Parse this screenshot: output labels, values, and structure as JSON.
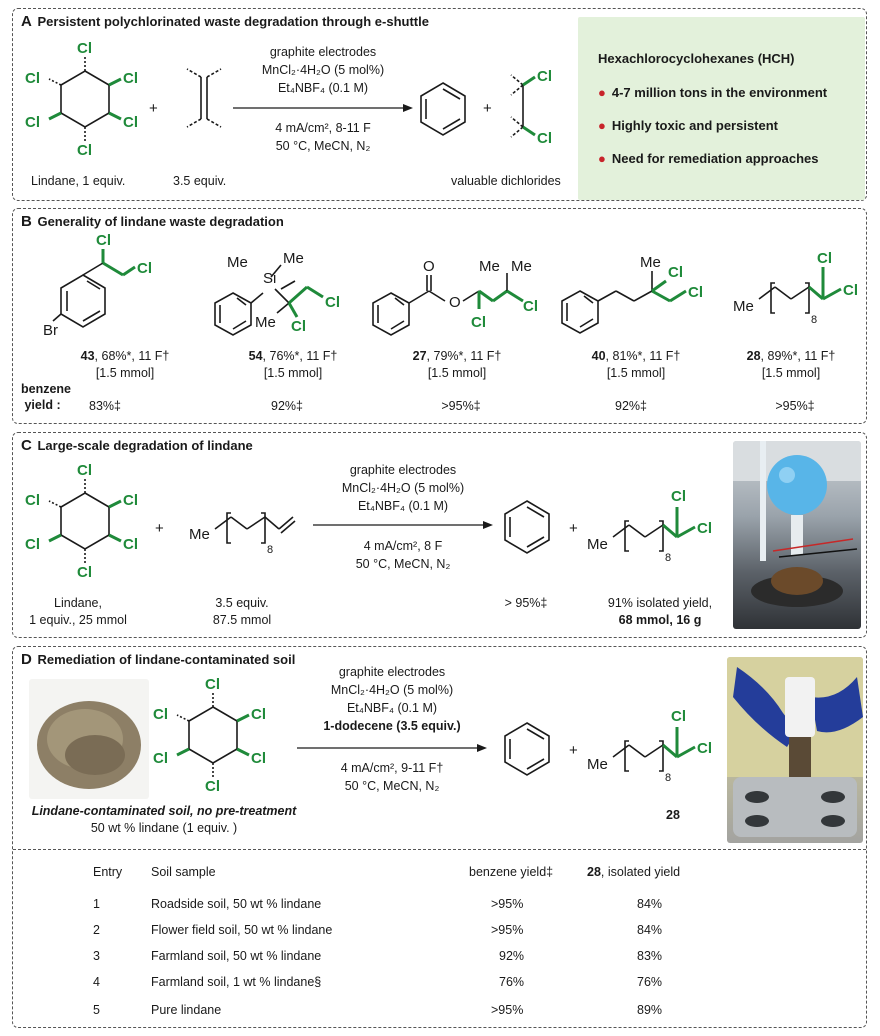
{
  "panelA": {
    "letter": "A",
    "title": "Persistent polychlorinated waste degradation through e-shuttle",
    "cond1": "graphite electrodes",
    "cond2": "MnCl₂·4H₂O (5 mol%)",
    "cond3": "Et₄NBF₄ (0.1 M)",
    "cond4": "4 mA/cm², 8-11 F",
    "cond5": "50 °C, MeCN, N₂",
    "lindane_label": "Lindane, 1 equiv.",
    "alkene_label": "3.5 equiv.",
    "product_label": "valuable dichlorides",
    "plus": "+",
    "cl": "Cl",
    "hch_title": "Hexachlorocyclohexanes (HCH)",
    "hch_items": [
      "4-7 million tons in the environment",
      "Highly toxic and persistent",
      "Need for remediation approaches"
    ]
  },
  "panelB": {
    "letter": "B",
    "title": "Generality of  lindane waste degradation",
    "benzene_label_1": "benzene",
    "benzene_label_2": "yield :",
    "compounds": [
      {
        "id": "43",
        "rest": ", 68%*, 11 F†",
        "scale": "[1.5 mmol]",
        "benzene": "83%‡"
      },
      {
        "id": "54",
        "rest": ", 76%*, 11 F†",
        "scale": "[1.5 mmol]",
        "benzene": "92%‡"
      },
      {
        "id": "27",
        "rest": ", 79%*, 11 F†",
        "scale": "[1.5 mmol]",
        "benzene": ">95%‡"
      },
      {
        "id": "40",
        "rest": ", 81%*, 11 F†",
        "scale": "[1.5 mmol]",
        "benzene": "92%‡"
      },
      {
        "id": "28",
        "rest": ", 89%*, 11 F†",
        "scale": "[1.5 mmol]",
        "benzene": ">95%‡"
      }
    ],
    "atoms": {
      "br": "Br",
      "me": "Me",
      "si": "Si",
      "o": "O",
      "eight": "8"
    }
  },
  "panelC": {
    "letter": "C",
    "title": "Large-scale degradation of  lindane",
    "cond1": "graphite electrodes",
    "cond2": "MnCl₂·4H₂O (5 mol%)",
    "cond3": "Et₄NBF₄ (0.1 M)",
    "cond4": "4 mA/cm², 8 F",
    "cond5": "50 °C, MeCN, N₂",
    "lindane_label_1": "Lindane,",
    "lindane_label_2": "1 equiv., 25 mmol",
    "alkene_label_1": "3.5 equiv.",
    "alkene_label_2": "87.5 mmol",
    "benzene_yield": "> 95%‡",
    "product_label_1": "91% isolated yield,",
    "product_label_2": "68 mmol, 16 g"
  },
  "panelD": {
    "letter": "D",
    "title": "Remediation of  lindane-contaminated soil",
    "cond1": "graphite electrodes",
    "cond2": "MnCl₂·4H₂O (5 mol%)",
    "cond3": "Et₄NBF₄ (0.1 M)",
    "cond4": "1-dodecene (3.5 equiv.)",
    "cond5": "4 mA/cm², 9-11 F†",
    "cond6": "50 °C, MeCN, N₂",
    "soil_label_1": "Lindane-contaminated soil, no pre-treatment",
    "soil_label_2": "50 wt % lindane (1 equiv. )",
    "product_id": "28",
    "table": {
      "headers": [
        "Entry",
        "Soil sample",
        "benzene yield‡",
        "28, isolated yield"
      ],
      "rows": [
        {
          "entry": "1",
          "sample": "Roadside soil, 50 wt % lindane",
          "benzene": ">95%",
          "isolated": "84%"
        },
        {
          "entry": "2",
          "sample": "Flower field soil, 50 wt % lindane",
          "benzene": ">95%",
          "isolated": "84%"
        },
        {
          "entry": "3",
          "sample": "Farmland soil, 50 wt % lindane",
          "benzene": "92%",
          "isolated": "83%"
        },
        {
          "entry": "4",
          "sample": "Farmland soil, 1 wt % lindane§",
          "benzene": "76%",
          "isolated": "76%"
        },
        {
          "entry": "5",
          "sample": "Pure lindane",
          "benzene": ">95%",
          "isolated": "89%"
        }
      ]
    }
  },
  "colors": {
    "chlorine": "#1f8a3a",
    "info_box": "#e3f1db",
    "bullet": "#c8242b"
  }
}
